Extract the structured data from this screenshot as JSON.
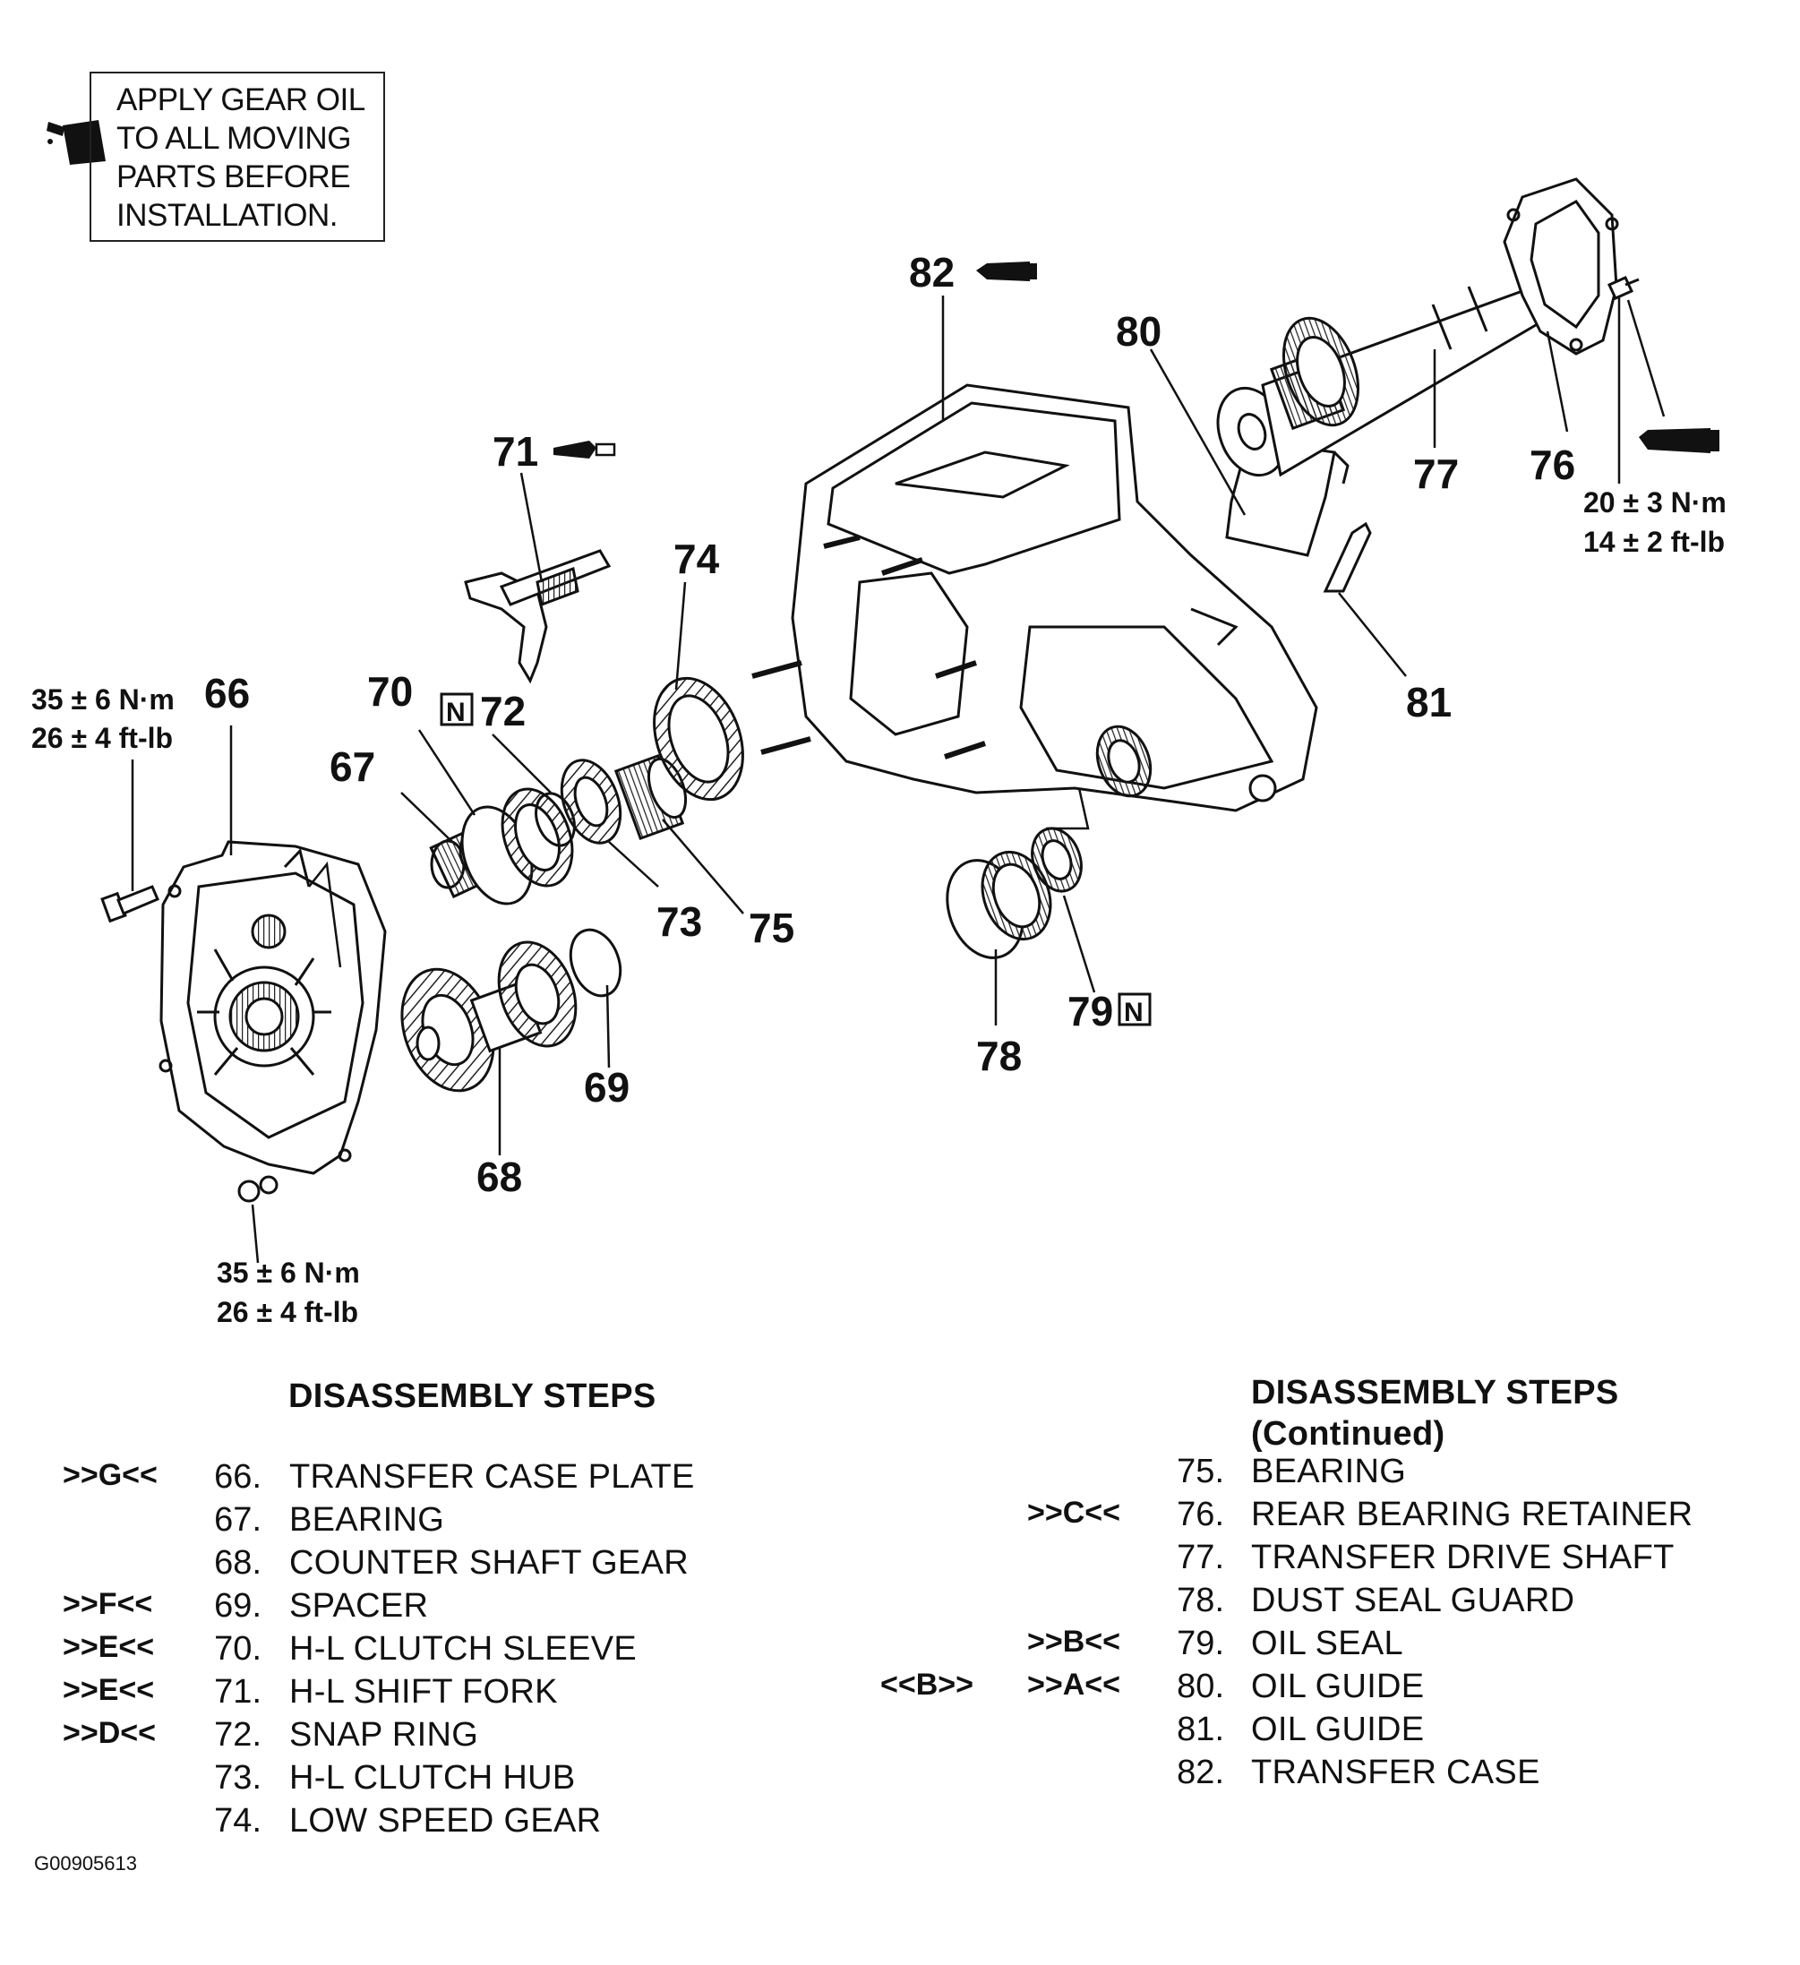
{
  "note": {
    "lines": [
      "APPLY GEAR OIL",
      "TO ALL MOVING",
      "PARTS BEFORE",
      "INSTALLATION."
    ],
    "icon": "oil-can-icon"
  },
  "callouts": {
    "c66": "66",
    "c67": "67",
    "c68": "68",
    "c69": "69",
    "c70": "70",
    "c71": "71",
    "c72": "72",
    "c73": "73",
    "c74": "74",
    "c75": "75",
    "c76": "76",
    "c77": "77",
    "c78": "78",
    "c79": "79",
    "c80": "80",
    "c81": "81",
    "c82": "82"
  },
  "torque": {
    "upper_left": [
      "35 ± 6 N·m",
      "26 ± 4 ft-lb"
    ],
    "lower_left": [
      "35 ± 6 N·m",
      "26 ± 4 ft-lb"
    ],
    "upper_right": [
      "20 ± 3 N·m",
      "14 ± 2 ft-lb"
    ]
  },
  "new_part_mark": "N",
  "steps_left": {
    "title": "DISASSEMBLY STEPS",
    "items": [
      {
        "ref": ">>G<<",
        "ref2": "",
        "num": "66.",
        "name": "TRANSFER CASE PLATE"
      },
      {
        "ref": "",
        "ref2": "",
        "num": "67.",
        "name": "BEARING"
      },
      {
        "ref": "",
        "ref2": "",
        "num": "68.",
        "name": "COUNTER SHAFT GEAR"
      },
      {
        "ref": ">>F<<",
        "ref2": "",
        "num": "69.",
        "name": "SPACER"
      },
      {
        "ref": ">>E<<",
        "ref2": "",
        "num": "70.",
        "name": "H-L CLUTCH SLEEVE"
      },
      {
        "ref": ">>E<<",
        "ref2": "",
        "num": "71.",
        "name": " H-L SHIFT FORK"
      },
      {
        "ref": ">>D<<",
        "ref2": "",
        "num": "72.",
        "name": "SNAP RING"
      },
      {
        "ref": "",
        "ref2": "",
        "num": "73.",
        "name": "H-L CLUTCH HUB"
      },
      {
        "ref": "",
        "ref2": "",
        "num": "74.",
        "name": "LOW SPEED GEAR"
      }
    ]
  },
  "steps_right": {
    "title": "DISASSEMBLY STEPS",
    "subtitle": "(Continued)",
    "items": [
      {
        "ref": "",
        "ref2": "",
        "num": "75.",
        "name": "BEARING"
      },
      {
        "ref": ">>C<<",
        "ref2": "",
        "num": "76.",
        "name": "REAR BEARING RETAINER"
      },
      {
        "ref": "",
        "ref2": "",
        "num": "77.",
        "name": "TRANSFER DRIVE SHAFT"
      },
      {
        "ref": "",
        "ref2": "",
        "num": "78.",
        "name": "DUST SEAL GUARD"
      },
      {
        "ref": ">>B<<",
        "ref2": "",
        "num": "79.",
        "name": "OIL SEAL"
      },
      {
        "ref": ">>A<<",
        "ref2": "<<B>>",
        "num": "80.",
        "name": "OIL GUIDE"
      },
      {
        "ref": "",
        "ref2": "",
        "num": "81.",
        "name": "OIL GUIDE"
      },
      {
        "ref": "",
        "ref2": "",
        "num": "82.",
        "name": "TRANSFER CASE"
      }
    ]
  },
  "figure_id": "G00905613"
}
